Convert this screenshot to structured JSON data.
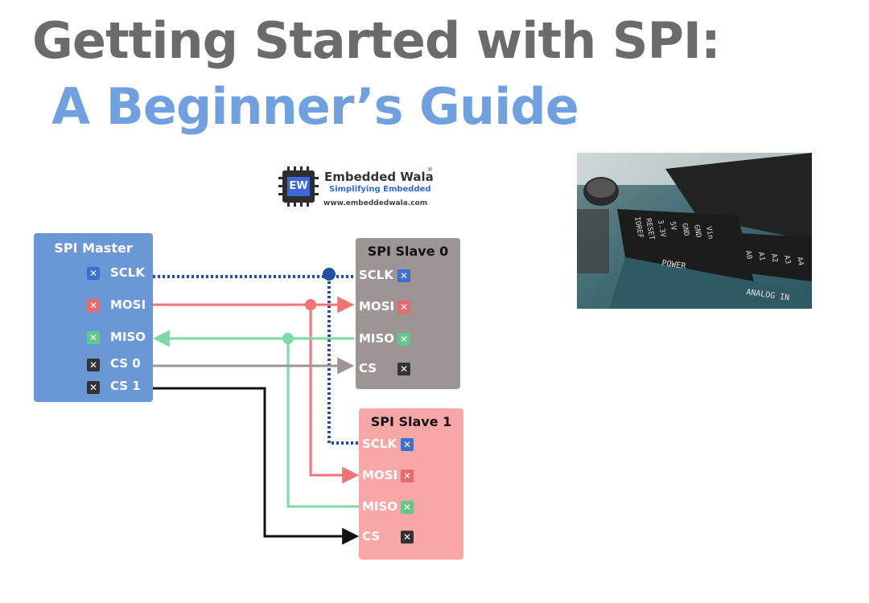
{
  "title": {
    "line1": "Getting Started with SPI:",
    "line2": "A Beginner’s Guide"
  },
  "logo": {
    "chip_text": "EW",
    "name": "Embedded Wala",
    "registered": "®",
    "tagline": "Simplifying Embedded",
    "url": "www.embeddedwala.com"
  },
  "master": {
    "title": "SPI Master",
    "pins": [
      "SCLK",
      "MOSI",
      "MISO",
      "CS 0",
      "CS 1"
    ],
    "color": "#6a98d6"
  },
  "slave0": {
    "title": "SPI Slave 0",
    "pins": [
      "SCLK",
      "MOSI",
      "MISO",
      "CS"
    ],
    "color": "#9d9595"
  },
  "slave1": {
    "title": "SPI Slave 1",
    "pins": [
      "SCLK",
      "MOSI",
      "MISO",
      "CS"
    ],
    "color": "#f8a6a6"
  },
  "signal_colors": {
    "sclk": "#1f4fa3",
    "mosi": "#f07474",
    "miso": "#7ddaa6",
    "cs0": "#9d9595",
    "cs1": "#111111"
  },
  "photo": {
    "labels": [
      "IOREF",
      "RESET",
      "3.3V",
      "5V",
      "GND",
      "GND",
      "Vin",
      "A0",
      "A1",
      "A2",
      "A3",
      "A4"
    ],
    "power_label": "POWER",
    "analog_label": "ANALOG IN"
  }
}
